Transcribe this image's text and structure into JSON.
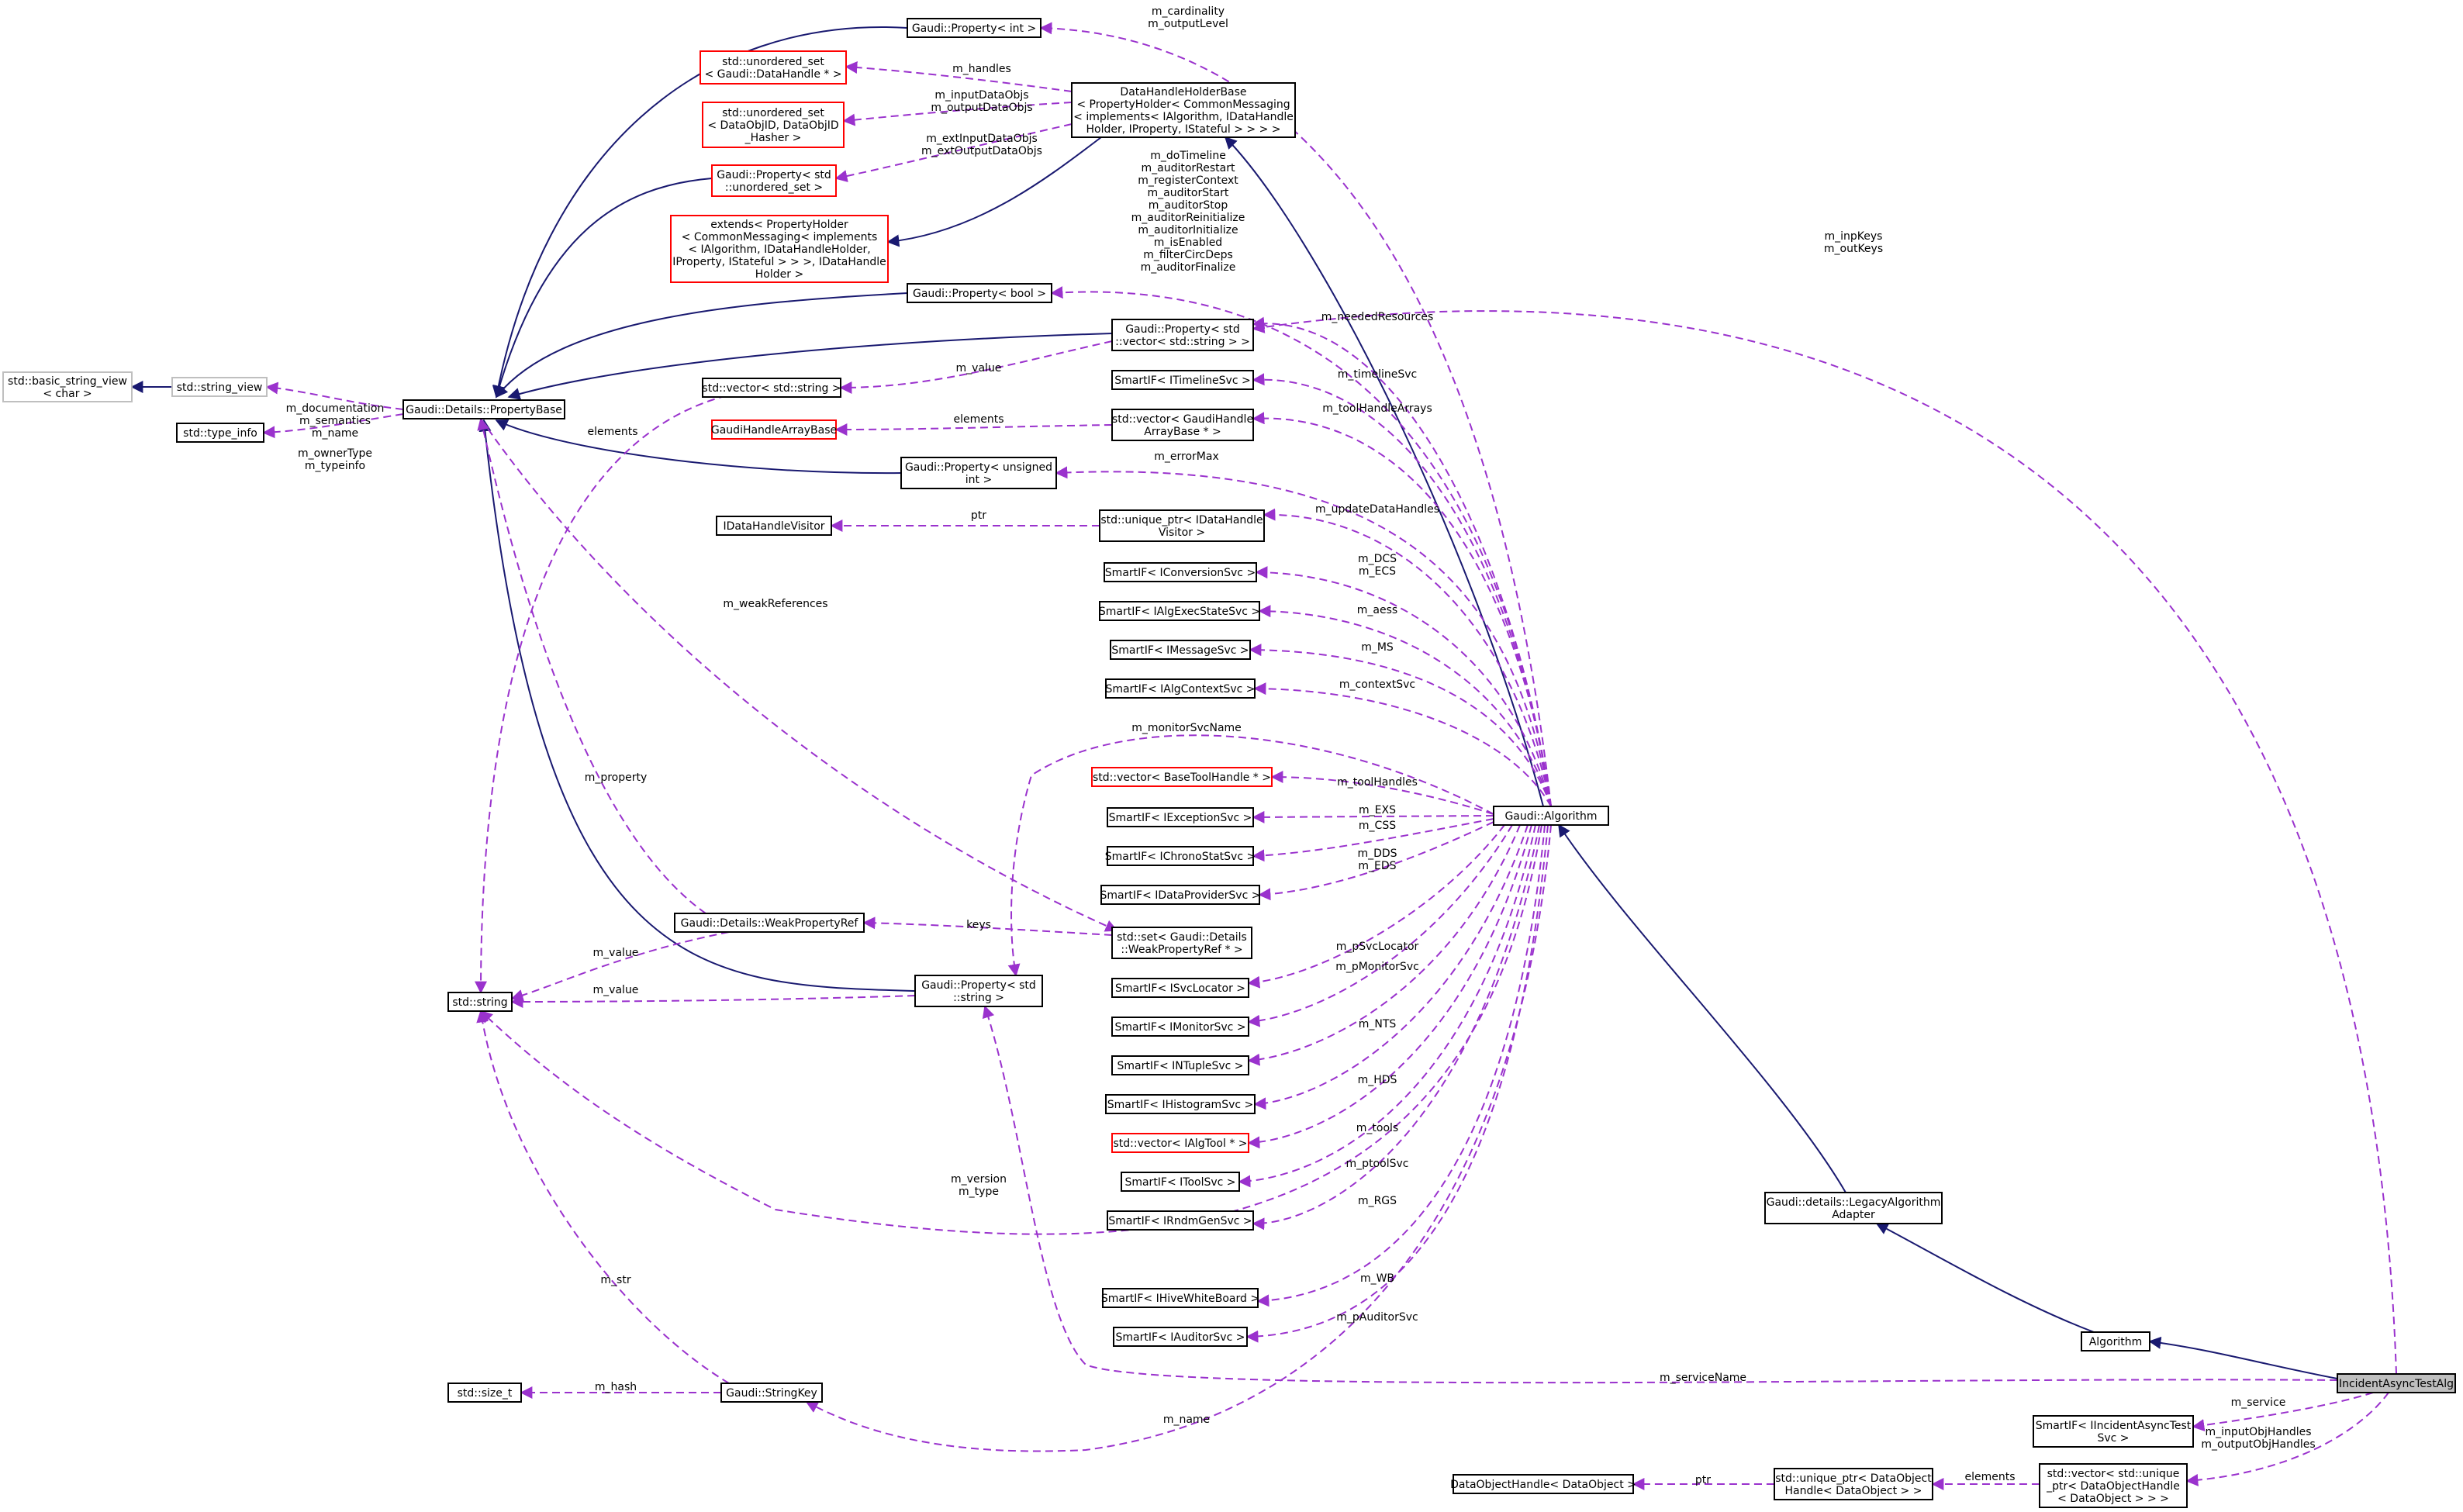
{
  "diagram": {
    "nodes": [
      {
        "id": "n_prop_int",
        "lines": [
          "Gaudi::Property< int >"
        ],
        "border": "black"
      },
      {
        "id": "n_unord_dh",
        "lines": [
          "std::unordered_set",
          "< Gaudi::DataHandle * >"
        ],
        "border": "red"
      },
      {
        "id": "n_unord_dobj",
        "lines": [
          "std::unordered_set",
          "< DataObjID, DataObjID",
          "_Hasher >"
        ],
        "border": "red"
      },
      {
        "id": "n_prop_unord",
        "lines": [
          "Gaudi::Property< std",
          "::unordered_set >"
        ],
        "border": "red"
      },
      {
        "id": "n_extends",
        "lines": [
          "extends< PropertyHolder",
          "< CommonMessaging< implements",
          "< IAlgorithm, IDataHandleHolder,",
          "IProperty, IStateful > > >, IDataHandle",
          "Holder >"
        ],
        "border": "red"
      },
      {
        "id": "n_dhhb",
        "lines": [
          "DataHandleHolderBase",
          "< PropertyHolder< CommonMessaging",
          "< implements< IAlgorithm, IDataHandle",
          "Holder, IProperty, IStateful > > > >"
        ],
        "border": "black"
      },
      {
        "id": "n_prop_bool",
        "lines": [
          "Gaudi::Property< bool >"
        ],
        "border": "black"
      },
      {
        "id": "n_prop_vecstr",
        "lines": [
          "Gaudi::Property< std",
          "::vector< std::string > >"
        ],
        "border": "black"
      },
      {
        "id": "n_bsv",
        "lines": [
          "std::basic_string_view",
          "< char >"
        ],
        "border": "grey"
      },
      {
        "id": "n_sv",
        "lines": [
          "std::string_view"
        ],
        "border": "grey"
      },
      {
        "id": "n_pbase",
        "lines": [
          "Gaudi::Details::PropertyBase"
        ],
        "border": "black"
      },
      {
        "id": "n_vecstr",
        "lines": [
          "std::vector< std::string >"
        ],
        "border": "black"
      },
      {
        "id": "n_typeinfo",
        "lines": [
          "std::type_info"
        ],
        "border": "black"
      },
      {
        "id": "n_gharr",
        "lines": [
          "GaudiHandleArrayBase"
        ],
        "border": "red"
      },
      {
        "id": "n_timeline",
        "lines": [
          "SmartIF< ITimelineSvc >"
        ],
        "border": "black"
      },
      {
        "id": "n_vecgh",
        "lines": [
          "std::vector< GaudiHandle",
          "ArrayBase * >"
        ],
        "border": "black"
      },
      {
        "id": "n_prop_uint",
        "lines": [
          "Gaudi::Property< unsigned",
          "int >"
        ],
        "border": "black"
      },
      {
        "id": "n_idhv",
        "lines": [
          "IDataHandleVisitor"
        ],
        "border": "black"
      },
      {
        "id": "n_uptr_idhv",
        "lines": [
          "std::unique_ptr< IDataHandle",
          "Visitor >"
        ],
        "border": "black"
      },
      {
        "id": "n_conv",
        "lines": [
          "SmartIF< IConversionSvc >"
        ],
        "border": "black"
      },
      {
        "id": "n_aess",
        "lines": [
          "SmartIF< IAlgExecStateSvc >"
        ],
        "border": "black"
      },
      {
        "id": "n_msg",
        "lines": [
          "SmartIF< IMessageSvc >"
        ],
        "border": "black"
      },
      {
        "id": "n_ctx",
        "lines": [
          "SmartIF< IAlgContextSvc >"
        ],
        "border": "black"
      },
      {
        "id": "n_vecbth",
        "lines": [
          "std::vector< BaseToolHandle * >"
        ],
        "border": "red"
      },
      {
        "id": "n_exc",
        "lines": [
          "SmartIF< IExceptionSvc >"
        ],
        "border": "black"
      },
      {
        "id": "n_chrono",
        "lines": [
          "SmartIF< IChronoStatSvc >"
        ],
        "border": "black"
      },
      {
        "id": "n_dps",
        "lines": [
          "SmartIF< IDataProviderSvc >"
        ],
        "border": "black"
      },
      {
        "id": "n_weakref",
        "lines": [
          "Gaudi::Details::WeakPropertyRef"
        ],
        "border": "black"
      },
      {
        "id": "n_setweak",
        "lines": [
          "std::set< Gaudi::Details",
          "::WeakPropertyRef * >"
        ],
        "border": "black"
      },
      {
        "id": "n_string",
        "lines": [
          "std::string"
        ],
        "border": "black"
      },
      {
        "id": "n_prop_str",
        "lines": [
          "Gaudi::Property< std",
          "::string >"
        ],
        "border": "black"
      },
      {
        "id": "n_svcloc",
        "lines": [
          "SmartIF< ISvcLocator >"
        ],
        "border": "black"
      },
      {
        "id": "n_monsvc",
        "lines": [
          "SmartIF< IMonitorSvc >"
        ],
        "border": "black"
      },
      {
        "id": "n_ntuple",
        "lines": [
          "SmartIF< INTupleSvc >"
        ],
        "border": "black"
      },
      {
        "id": "n_hist",
        "lines": [
          "SmartIF< IHistogramSvc >"
        ],
        "border": "black"
      },
      {
        "id": "n_vecalgtool",
        "lines": [
          "std::vector< IAlgTool * >"
        ],
        "border": "red"
      },
      {
        "id": "n_toolsvc",
        "lines": [
          "SmartIF< IToolSvc >"
        ],
        "border": "black"
      },
      {
        "id": "n_rndm",
        "lines": [
          "SmartIF< IRndmGenSvc >"
        ],
        "border": "black"
      },
      {
        "id": "n_algorithm_g",
        "lines": [
          "Gaudi::Algorithm"
        ],
        "border": "black"
      },
      {
        "id": "n_legacy",
        "lines": [
          "Gaudi::details::LegacyAlgorithm",
          "Adapter"
        ],
        "border": "black"
      },
      {
        "id": "n_hive",
        "lines": [
          "SmartIF< IHiveWhiteBoard >"
        ],
        "border": "black"
      },
      {
        "id": "n_auditor",
        "lines": [
          "SmartIF< IAuditorSvc >"
        ],
        "border": "black"
      },
      {
        "id": "n_algorithm",
        "lines": [
          "Algorithm"
        ],
        "border": "black"
      },
      {
        "id": "n_sizet",
        "lines": [
          "std::size_t"
        ],
        "border": "black"
      },
      {
        "id": "n_strkey",
        "lines": [
          "Gaudi::StringKey"
        ],
        "border": "black"
      },
      {
        "id": "n_incident",
        "lines": [
          "IncidentAsyncTestAlg"
        ],
        "border": "focus"
      },
      {
        "id": "n_iincident",
        "lines": [
          "SmartIF< IIncidentAsyncTest",
          "Svc >"
        ],
        "border": "black"
      },
      {
        "id": "n_doh",
        "lines": [
          "DataObjectHandle< DataObject >"
        ],
        "border": "black"
      },
      {
        "id": "n_uptr_doh",
        "lines": [
          "std::unique_ptr< DataObject",
          "Handle< DataObject > >"
        ],
        "border": "black"
      },
      {
        "id": "n_vec_uptr",
        "lines": [
          "std::vector< std::unique",
          "_ptr< DataObjectHandle",
          "< DataObject > > >"
        ],
        "border": "black"
      }
    ],
    "edge_labels": [
      {
        "id": "l_card",
        "lines": [
          "m_cardinality",
          "m_outputLevel"
        ]
      },
      {
        "id": "l_handles",
        "lines": [
          "m_handles"
        ]
      },
      {
        "id": "l_inout",
        "lines": [
          "m_inputDataObjs",
          "m_outputDataObjs"
        ]
      },
      {
        "id": "l_extio",
        "lines": [
          "m_extInputDataObjs",
          "m_extOutputDataObjs"
        ]
      },
      {
        "id": "l_bools",
        "lines": [
          "m_doTimeline",
          "m_auditorRestart",
          "m_registerContext",
          "m_auditorStart",
          "m_auditorStop",
          "m_auditorReinitialize",
          "m_auditorInitialize",
          "m_isEnabled",
          "m_filterCircDeps",
          "m_auditorFinalize"
        ]
      },
      {
        "id": "l_inpkeys",
        "lines": [
          "m_inpKeys",
          "m_outKeys"
        ]
      },
      {
        "id": "l_needed",
        "lines": [
          "m_neededResources"
        ]
      },
      {
        "id": "l_value_vec",
        "lines": [
          "m_value"
        ]
      },
      {
        "id": "l_docsem",
        "lines": [
          "m_documentation",
          "m_semantics",
          "m_name"
        ]
      },
      {
        "id": "l_owner",
        "lines": [
          "m_ownerType",
          "m_typeinfo"
        ]
      },
      {
        "id": "l_elements1",
        "lines": [
          "elements"
        ]
      },
      {
        "id": "l_timeline",
        "lines": [
          "m_timelineSvc"
        ]
      },
      {
        "id": "l_elements2",
        "lines": [
          "elements"
        ]
      },
      {
        "id": "l_toolarr",
        "lines": [
          "m_toolHandleArrays"
        ]
      },
      {
        "id": "l_errmax",
        "lines": [
          "m_errorMax"
        ]
      },
      {
        "id": "l_ptr1",
        "lines": [
          "ptr"
        ]
      },
      {
        "id": "l_upddh",
        "lines": [
          "m_updateDataHandles"
        ]
      },
      {
        "id": "l_dcs",
        "lines": [
          "m_DCS",
          "m_ECS"
        ]
      },
      {
        "id": "l_aess",
        "lines": [
          "m_aess"
        ]
      },
      {
        "id": "l_weakrefs",
        "lines": [
          "m_weakReferences"
        ]
      },
      {
        "id": "l_ms",
        "lines": [
          "m_MS"
        ]
      },
      {
        "id": "l_ctx",
        "lines": [
          "m_contextSvc"
        ]
      },
      {
        "id": "l_monname",
        "lines": [
          "m_monitorSvcName"
        ]
      },
      {
        "id": "l_property",
        "lines": [
          "m_property"
        ]
      },
      {
        "id": "l_toolh",
        "lines": [
          "m_toolHandles"
        ]
      },
      {
        "id": "l_exs",
        "lines": [
          "m_EXS"
        ]
      },
      {
        "id": "l_css",
        "lines": [
          "m_CSS"
        ]
      },
      {
        "id": "l_dds",
        "lines": [
          "m_DDS",
          "m_EDS"
        ]
      },
      {
        "id": "l_keys",
        "lines": [
          "keys"
        ]
      },
      {
        "id": "l_value1",
        "lines": [
          "m_value"
        ]
      },
      {
        "id": "l_psvc",
        "lines": [
          "m_pSvcLocator"
        ]
      },
      {
        "id": "l_value2",
        "lines": [
          "m_value"
        ]
      },
      {
        "id": "l_pmon",
        "lines": [
          "m_pMonitorSvc"
        ]
      },
      {
        "id": "l_nts",
        "lines": [
          "m_NTS"
        ]
      },
      {
        "id": "l_hds",
        "lines": [
          "m_HDS"
        ]
      },
      {
        "id": "l_tools",
        "lines": [
          "m_tools"
        ]
      },
      {
        "id": "l_ptool",
        "lines": [
          "m_ptoolSvc"
        ]
      },
      {
        "id": "l_version",
        "lines": [
          "m_version",
          "m_type"
        ]
      },
      {
        "id": "l_rgs",
        "lines": [
          "m_RGS"
        ]
      },
      {
        "id": "l_str",
        "lines": [
          "m_str"
        ]
      },
      {
        "id": "l_wb",
        "lines": [
          "m_WB"
        ]
      },
      {
        "id": "l_paud",
        "lines": [
          "m_pAuditorSvc"
        ]
      },
      {
        "id": "l_svcname",
        "lines": [
          "m_serviceName"
        ]
      },
      {
        "id": "l_hash",
        "lines": [
          "m_hash"
        ]
      },
      {
        "id": "l_service",
        "lines": [
          "m_service"
        ]
      },
      {
        "id": "l_name",
        "lines": [
          "m_name"
        ]
      },
      {
        "id": "l_objh",
        "lines": [
          "m_inputObjHandles",
          "m_outputObjHandles"
        ]
      },
      {
        "id": "l_ptr2",
        "lines": [
          "ptr"
        ]
      },
      {
        "id": "l_elements3",
        "lines": [
          "elements"
        ]
      }
    ],
    "colors": {
      "inheritance_edge": "#191970",
      "usage_edge": "#9a32cd",
      "node_border": "#000000",
      "incomplete_border": "#ff0000",
      "external_border": "#bfbfbf",
      "focus_fill": "#bfbfbf"
    }
  }
}
